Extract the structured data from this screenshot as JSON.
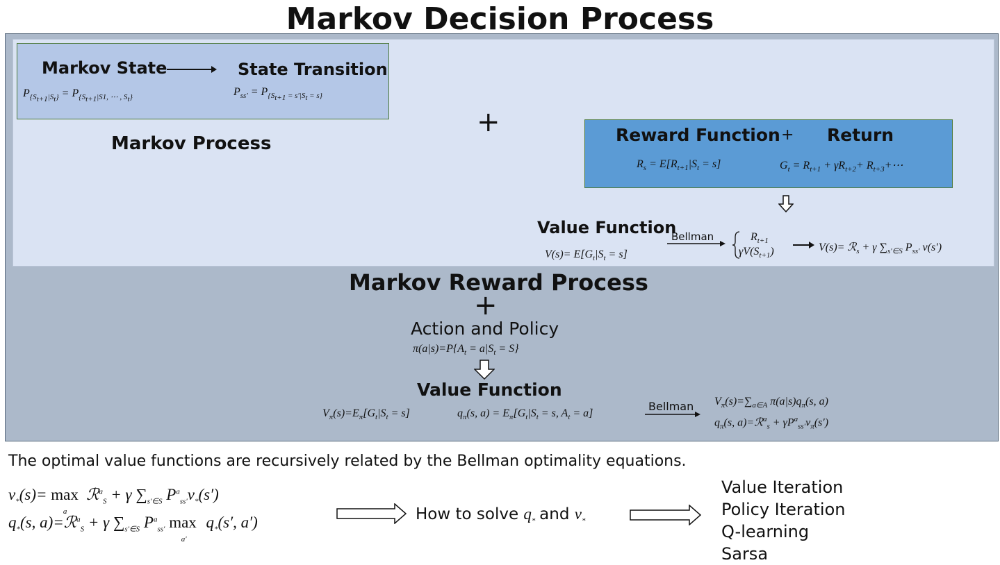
{
  "title": "Markov Decision Process",
  "markov_process": {
    "label": "Markov Process",
    "markov_state": {
      "label": "Markov State",
      "formula": "P{St+1|St} = P{St+1|S1,…,St}"
    },
    "state_transition": {
      "label": "State Transition",
      "formula": "Pss' = P{St+1 = s'|St = s}"
    },
    "plus": "+"
  },
  "reward": {
    "reward_function_label": "Reward Function",
    "plus": "+",
    "return_label": "Return",
    "reward_formula": "Rs = E[Rt+1|St = s]",
    "return_formula": "Gt = Rt+1 + γRt+2 + Rt+3 + ⋯"
  },
  "mrp_value_function": {
    "label": "Value Function",
    "formula": "V(s) = E[Gt|St = s]",
    "bellman_label": "Bellman",
    "brace_top": "Rt+1",
    "brace_bottom": "γV(St+1)",
    "result": "V(s) = Rs + γ Σs'∈S Pss' v(s')"
  },
  "markov_reward_process": {
    "label": "Markov Reward Process",
    "plus": "+",
    "action_policy_label": "Action and Policy",
    "policy_formula": "π(a|s) = P{At = a|St = S}"
  },
  "mdp_value_function": {
    "label": "Value Function",
    "v_formula": "Vπ(s) = Eπ[Gt|St = s]",
    "q_formula": "qπ(s,a) = Eπ[Gt|St = s, At = a]",
    "bellman_label": "Bellman",
    "v_bellman": "Vπ(s) = Σa∈A π(a|s) qπ(s,a)",
    "q_bellman": "qπ(s,a) = Rsa + γ Pss'a vπ(s')"
  },
  "optimality": {
    "sentence": "The optimal value functions are recursively related by the Bellman optimality equations.",
    "v_star": "v*(s) = max_a Rsa + γ Σs'∈S Pss'a v*(s')",
    "q_star": "q*(s,a) = Rsa + γ Σs'∈S Pss'a max_a' q*(s',a')",
    "how_to_solve_text": "How to solve",
    "how_to_solve_and": "and",
    "methods": [
      "Value Iteration",
      "Policy Iteration",
      "Q-learning",
      "Sarsa"
    ]
  }
}
